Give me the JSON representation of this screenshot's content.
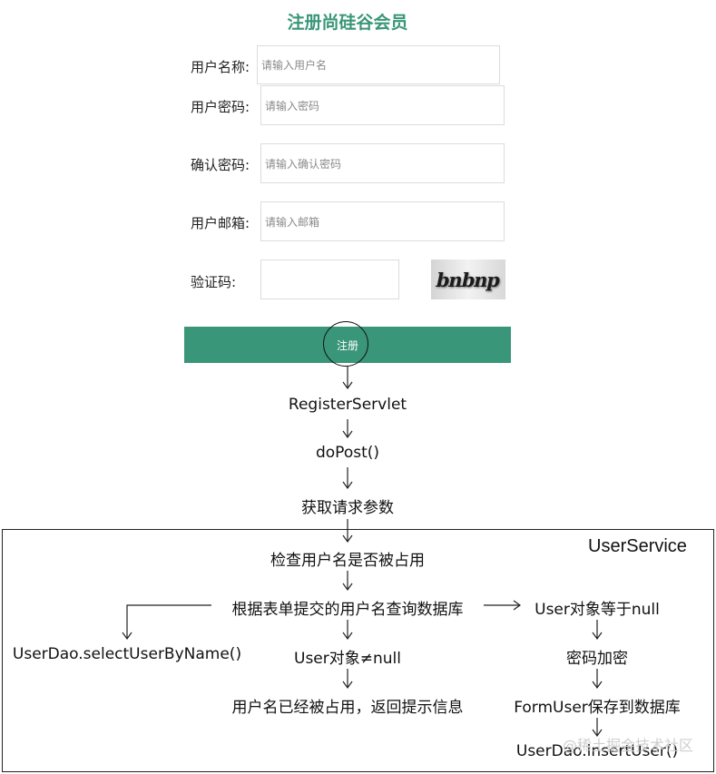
{
  "form": {
    "title": "注册尚硅谷会员",
    "fields": [
      {
        "label": "用户名称:",
        "placeholder": "请输入用户名"
      },
      {
        "label": "用户密码:",
        "placeholder": "请输入密码"
      },
      {
        "label": "确认密码:",
        "placeholder": "请输入确认密码"
      },
      {
        "label": "用户邮箱:",
        "placeholder": "请输入邮箱"
      }
    ],
    "captcha_label": "验证码:",
    "captcha_value": "",
    "captcha_text": "bnbnp",
    "submit_label": "注册",
    "accent_color": "#3a9678"
  },
  "flow": {
    "servlet": "RegisterServlet",
    "method": "doPost()",
    "get_params": "获取请求参数",
    "service_label": "UserService",
    "check_username": "检查用户名是否被占用",
    "query_db": "根据表单提交的用户名查询数据库",
    "dao_select": "UserDao.selectUserByName()",
    "user_not_null": "User对象≠null",
    "username_taken": "用户名已经被占用，返回提示信息",
    "user_is_null": "User对象等于null",
    "encrypt_password": "密码加密",
    "save_user": "FormUser保存到数据库",
    "dao_insert": "UserDao.insertUser()"
  },
  "watermark": "@稀土掘金技术社区"
}
